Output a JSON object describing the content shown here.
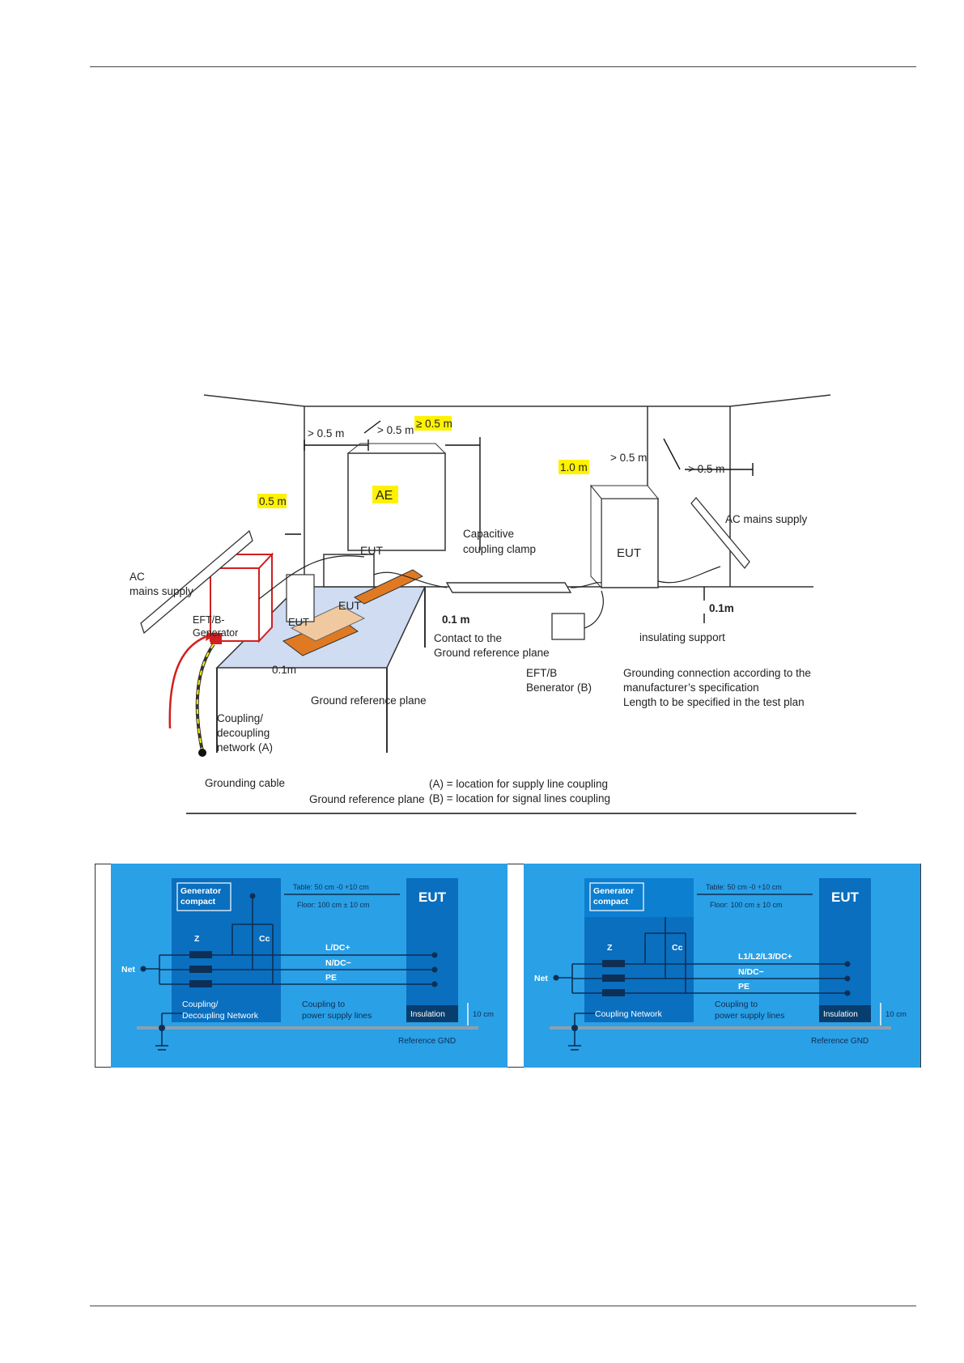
{
  "setup": {
    "dims": {
      "d1": "> 0.5 m",
      "d2": "> 0.5 m",
      "d3": "≥ 0.5 m",
      "d4": "0.5 m",
      "d5": "1.0 m",
      "d6": "> 0.5 m",
      "d7": "> 0.5 m",
      "d8": "0.1m",
      "d9": "0.1 m",
      "d10": "0.1m"
    },
    "labels": {
      "ae": "AE",
      "eut_top": "EUT",
      "eut_mid": "EUT",
      "eut_small": "EUT",
      "eut_right": "EUT",
      "generator_line1": "EFT/B-",
      "generator_line2": "Generator",
      "ac_left_line1": "AC",
      "ac_left_line2": "mains supply",
      "ac_right": "AC mains supply",
      "clamp_line1": "Capacitive",
      "clamp_line2": "coupling clamp",
      "contact_line1": "Contact to the",
      "contact_line2": "Ground reference plane",
      "insulating_support": "insulating support",
      "eftb_line1": "EFT/B",
      "eftb_line2": "Benerator (B)",
      "grounding_line1": "Grounding connection according to the",
      "grounding_line2": "manufacturer’s specification",
      "grounding_line3": "Length to be specified in the test plan",
      "grp_table": "Ground reference plane",
      "grp_floor": "Ground reference plane",
      "cdn_line1": "Coupling/",
      "cdn_line2": "decoupling",
      "cdn_line3": "network (A)",
      "grounding_cable": "Grounding cable",
      "legend_a": "(A) = location for supply line coupling",
      "legend_b": "(B) = location for signal lines coupling"
    }
  },
  "panel_left": {
    "generator": [
      "Generator",
      "compact"
    ],
    "table": "Table: 50 cm -0 +10 cm",
    "floor": "Floor: 100 cm ± 10 cm",
    "eut": "EUT",
    "z": "Z",
    "cc": "Cc",
    "net": "Net",
    "lines": [
      "L/DC+",
      "N/DC−",
      "PE"
    ],
    "network": [
      "Coupling/",
      "Decoupling Network"
    ],
    "coupling": [
      "Coupling to",
      "power supply lines"
    ],
    "insulation": "Insulation",
    "height": "10 cm",
    "ref": "Reference GND"
  },
  "panel_right": {
    "generator": [
      "Generator",
      "compact"
    ],
    "table": "Table: 50 cm -0 +10 cm",
    "floor": "Floor: 100 cm ± 10 cm",
    "eut": "EUT",
    "z": "Z",
    "cc": "Cc",
    "net": "Net",
    "lines": [
      "L1/L2/L3/DC+",
      "N/DC−",
      "PE"
    ],
    "network": [
      "Coupling Network"
    ],
    "coupling": [
      "Coupling to",
      "power supply lines"
    ],
    "insulation": "Insulation",
    "height": "10 cm",
    "ref": "Reference GND"
  },
  "colors": {
    "panel_bg": "#2aa0e6",
    "panel_dark": "#0a6fbf",
    "highlight": "#fff200",
    "red": "#d21f1f",
    "orange": "#e07a22"
  }
}
